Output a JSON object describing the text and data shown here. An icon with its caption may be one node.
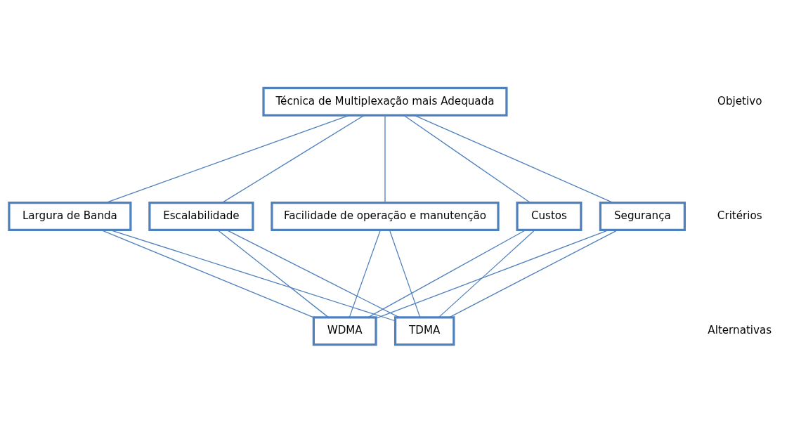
{
  "diagram": {
    "nodes": [
      {
        "text": [
          "Técnica de Multiplexação mais Adequada"
        ]
      },
      {
        "text": [
          "Custos"
        ]
      },
      {
        "text": [
          "Segurança"
        ]
      },
      {
        "text": [
          "Largura de Banda"
        ]
      },
      {
        "text": [
          "Escalabilidade"
        ]
      },
      {
        "text": [
          "Facilidade de operação e manutenção"
        ]
      },
      {
        "text": [
          "TDMA"
        ]
      },
      {
        "text": [
          "WDMA"
        ]
      }
    ],
    "edges": [
      {
        "from": 0,
        "to": 1,
        "arrow": "none"
      },
      {
        "from": 0,
        "to": 2,
        "arrow": "none"
      },
      {
        "from": 0,
        "to": 3,
        "arrow": "none"
      },
      {
        "from": 0,
        "to": 4,
        "arrow": "none"
      },
      {
        "from": 0,
        "to": 5,
        "arrow": "none"
      },
      {
        "from": 1,
        "to": 6,
        "arrow": "none"
      },
      {
        "from": 1,
        "to": 7,
        "arrow": "none"
      },
      {
        "from": 2,
        "to": 6,
        "arrow": "none"
      },
      {
        "from": 2,
        "to": 7,
        "arrow": "none"
      },
      {
        "from": 3,
        "to": 6,
        "arrow": "none"
      },
      {
        "from": 3,
        "to": 7,
        "arrow": "none"
      },
      {
        "from": 4,
        "to": 6,
        "arrow": "none"
      },
      {
        "from": 4,
        "to": 7,
        "arrow": "none"
      },
      {
        "from": 5,
        "to": 6,
        "arrow": "none"
      },
      {
        "from": 5,
        "to": 7,
        "arrow": "none"
      }
    ],
    "labels": [
      "Objetivo",
      "Critérios",
      "Alternativas"
    ]
  }
}
